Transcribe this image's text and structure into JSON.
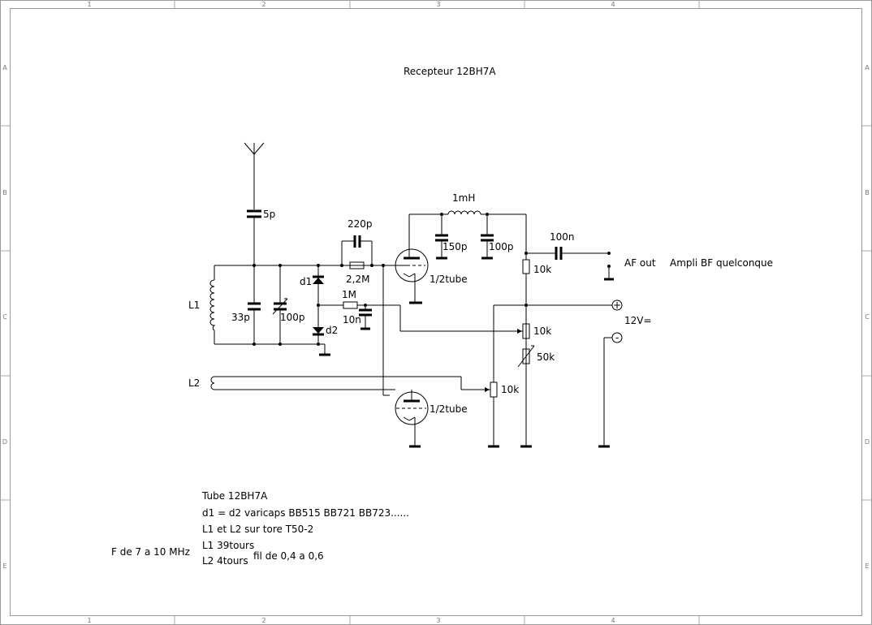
{
  "title": "Recepteur 12BH7A",
  "frame": {
    "columns": [
      "1",
      "2",
      "3",
      "4"
    ],
    "rows": [
      "A",
      "B",
      "C",
      "D",
      "E"
    ]
  },
  "components": {
    "c_5p": "5p",
    "c_220p": "220p",
    "r_2m2": "2,2M",
    "l_1mh": "1mH",
    "c_150p": "150p",
    "c_100p_top": "100p",
    "c_100n": "100n",
    "af_out": "AF out",
    "ampli": "Ampli BF quelconque",
    "r_10k_top": "10k",
    "tube_top": "1/2tube",
    "d1": "d1",
    "d2": "d2",
    "r_1m": "1M",
    "c_10n": "10n",
    "l1": "L1",
    "c_33p": "33p",
    "c_100p_var": "100p",
    "supply": "12V=",
    "r_10k_mid": "10k",
    "r_50k": "50k",
    "l2": "L2",
    "r_10k_bot": "10k",
    "tube_bot": "1/2tube"
  },
  "notes": {
    "tube": "Tube 12BH7A",
    "varicaps": "d1 = d2 varicaps BB515 BB721  BB723......",
    "tore": "L1 et L2 sur tore T50-2",
    "l1_turns": "L1 39tours",
    "l2_turns": "L2 4tours",
    "wire": "fil de 0,4 a 0,6",
    "freq": "F de 7 a 10 MHz"
  },
  "symbols": {
    "plus": "+",
    "minus": "-"
  }
}
